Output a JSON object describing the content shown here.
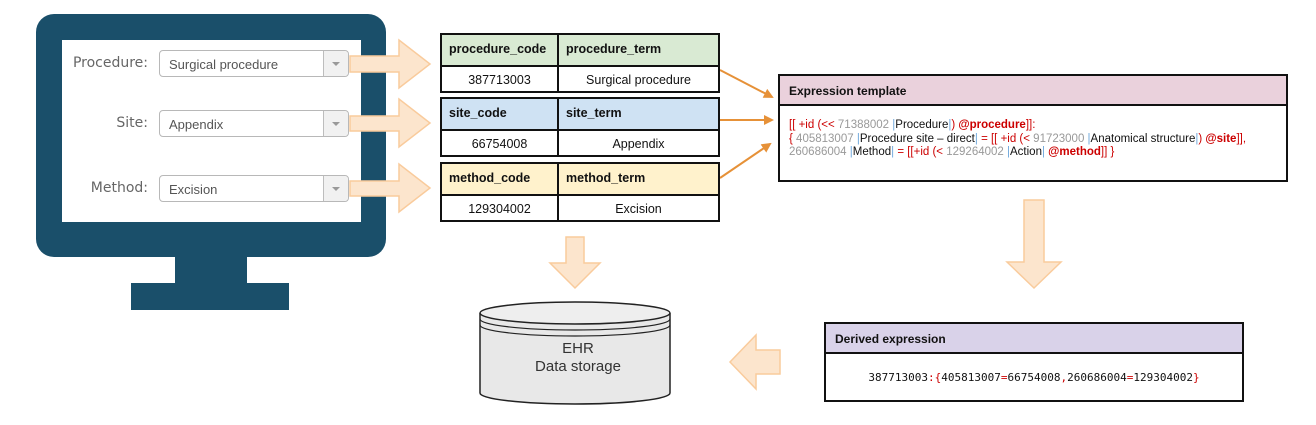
{
  "form": {
    "fields": [
      {
        "label": "Procedure:",
        "value": "Surgical procedure"
      },
      {
        "label": "Site:",
        "value": "Appendix"
      },
      {
        "label": "Method:",
        "value": "Excision"
      }
    ]
  },
  "tables": [
    {
      "headers": [
        "procedure_code",
        "procedure_term"
      ],
      "row": [
        "387713003",
        "Surgical procedure"
      ],
      "header_color": "#d9ead3"
    },
    {
      "headers": [
        "site_code",
        "site_term"
      ],
      "row": [
        "66754008",
        "Appendix"
      ],
      "header_color": "#cfe2f3"
    },
    {
      "headers": [
        "method_code",
        "method_term"
      ],
      "row": [
        "129304002",
        "Excision"
      ],
      "header_color": "#fff2cc"
    }
  ],
  "expression_template": {
    "title": "Expression template",
    "line1": {
      "open": "[[ +id (<< ",
      "code": "71388002",
      "term": "Procedure",
      "close": ") ",
      "slot": "@procedure",
      "end": "]]:"
    },
    "line2": {
      "open": "{ ",
      "code": "405813007",
      "term": "Procedure site – direct",
      "eq": " = [[ +id (< ",
      "code2": "91723000",
      "term2": "Anatomical structure",
      "close": ") ",
      "slot": "@site",
      "end": "]],"
    },
    "line3": {
      "code": "260686004",
      "term": "Method",
      "eq": " = [[+id (< ",
      "code2": "129264002",
      "term2": "Action",
      "slot": "@method",
      "end": "]] }"
    }
  },
  "derived_expression": {
    "title": "Derived expression",
    "parts": [
      "387713003",
      ":{",
      "405813007",
      "=",
      "66754008",
      ",",
      "260686004",
      "=",
      "129304002",
      "}"
    ]
  },
  "storage": {
    "line1": "EHR",
    "line2": "Data storage"
  },
  "colors": {
    "monitor": "#1a4f6a",
    "arrow_fill": "#fce5cd",
    "arrow_stroke": "#f9cb9c",
    "connector": "#e69138",
    "syntax_red": "#cc0000"
  }
}
